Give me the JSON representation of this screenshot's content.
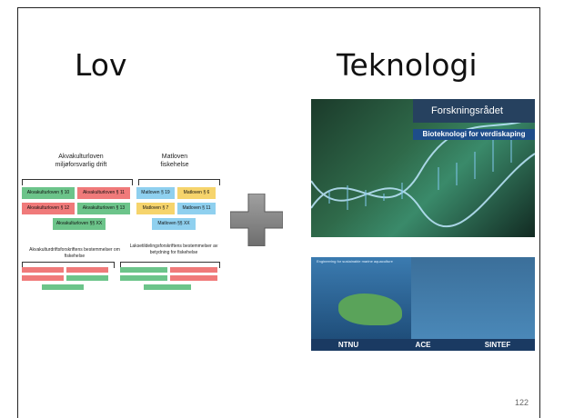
{
  "slide": {
    "title_left": "Lov",
    "title_right": "Teknologi",
    "page_number": "122"
  },
  "law_diagram": {
    "group1_heading": "Akvakulturloven miljøforsvarlig drift",
    "group2_heading": "Matloven fiskehelse",
    "group1_boxes": [
      {
        "label": "Akvakulturloven § 10",
        "color": "green"
      },
      {
        "label": "Akvakulturloven § 11",
        "color": "red"
      },
      {
        "label": "Akvakulturloven § 12",
        "color": "red"
      },
      {
        "label": "Akvakulturloven § 13",
        "color": "green"
      },
      {
        "label": "Akvakulturloven §§ XX",
        "color": "green"
      }
    ],
    "group2_boxes": [
      {
        "label": "Matloven § 19",
        "color": "blue"
      },
      {
        "label": "Matloven § 6",
        "color": "yellow"
      },
      {
        "label": "Matloven § 7",
        "color": "yellow"
      },
      {
        "label": "Matloven § 11",
        "color": "blue"
      },
      {
        "label": "Matloven §§ XX",
        "color": "blue"
      }
    ],
    "group3_heading": "Akvakulturdriftsforskriftens bestemmelser om fiskehelse",
    "group4_heading": "Laksetildelingsforskriftens bestemmelser av betydning for fiskehelse"
  },
  "images": {
    "forskningsradet_label": "Forskningsrådet",
    "bioteknologi_label": "Bioteknologi for verdiskaping",
    "aqua_caption": "Engineering for sustainable marine aquaculture",
    "aqua_logos": [
      "NTNU",
      "ACE",
      "SINTEF"
    ]
  },
  "colors": {
    "green": "#6cc48a",
    "red": "#f07a7a",
    "blue": "#8fd0ef",
    "yellow": "#f6d46c",
    "plus": "#8a8a8a"
  }
}
